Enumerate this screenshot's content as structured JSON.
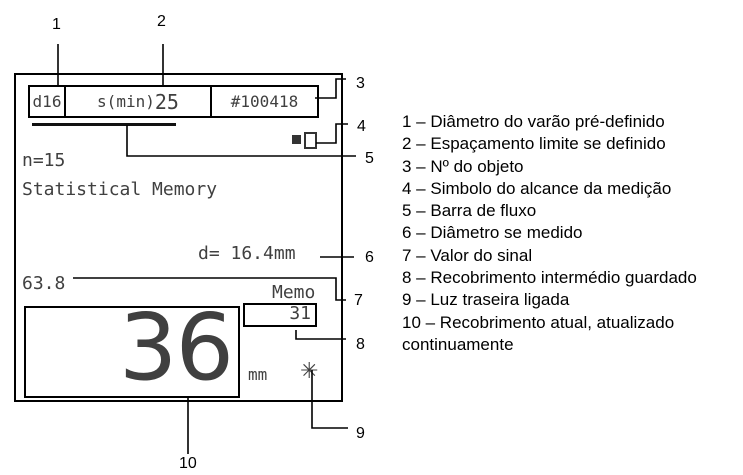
{
  "display": {
    "rod_diameter": "d16",
    "spacing_prefix": "s(min)",
    "spacing_value": "25",
    "object_number": "#100418",
    "count": "n=15",
    "mode_title": "Statistical Memory",
    "measured_diameter": "d= 16.4mm",
    "signal_value": "63.8",
    "memo_label": "Memo",
    "memo_value": "31",
    "cover_value": "36",
    "unit": "mm",
    "backlight_symbol": "✳"
  },
  "callouts": [
    "1",
    "2",
    "3",
    "4",
    "5",
    "6",
    "7",
    "8",
    "9",
    "10"
  ],
  "legend": [
    "1 – Diâmetro do varão pré-definido",
    "2 – Espaçamento limite se definido",
    "3 – Nº do objeto",
    "4 – Simbolo do alcance da medição",
    "5 – Barra de fluxo",
    "6 – Diâmetro se medido",
    "7 – Valor do sinal",
    "8 – Recobrimento intermédio guardado",
    "9 – Luz traseira ligada",
    "10 – Recobrimento atual, atualizado continuamente"
  ]
}
